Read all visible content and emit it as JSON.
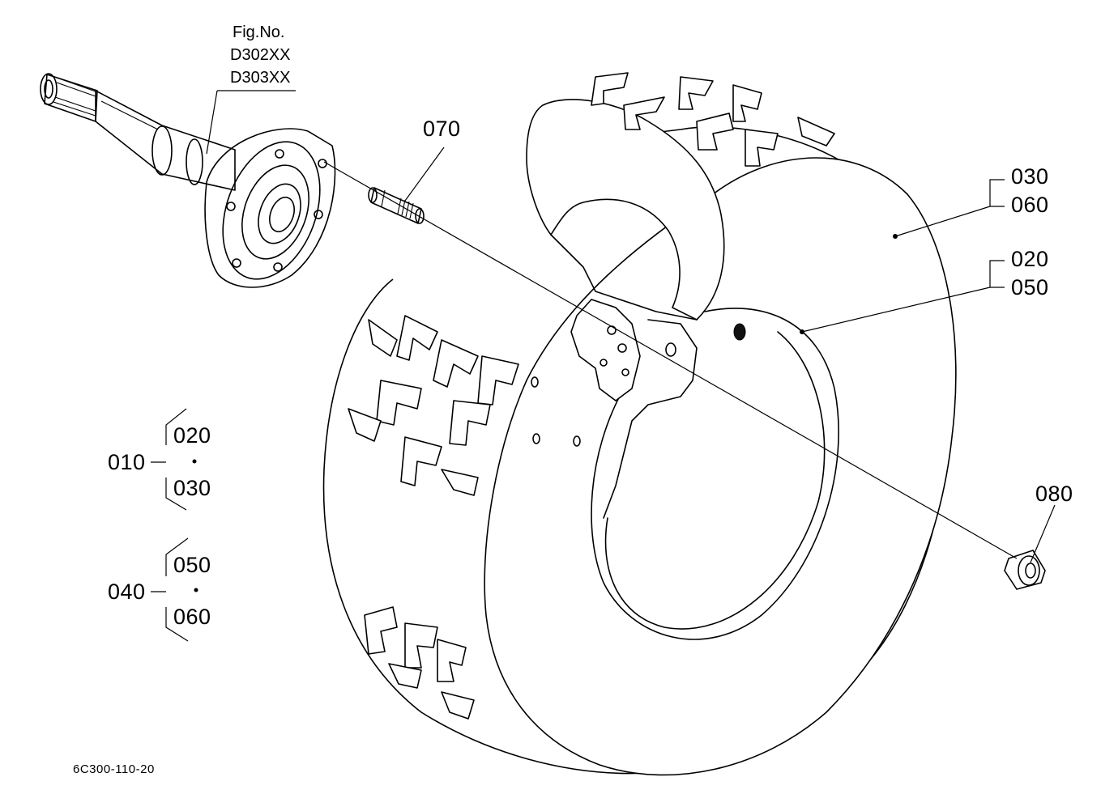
{
  "figure": {
    "fig_no_label": "Fig.No.",
    "fig_numbers": [
      "D302XX",
      "D303XX"
    ],
    "drawing_code": "6C300-110-20"
  },
  "callouts": {
    "stud": "070",
    "tire_group_a": [
      "030",
      "060"
    ],
    "rim_group_a": [
      "020",
      "050"
    ],
    "nut": "080"
  },
  "assemblies": [
    {
      "parent": "010",
      "children": [
        "020",
        "030"
      ]
    },
    {
      "parent": "040",
      "children": [
        "050",
        "060"
      ]
    }
  ]
}
